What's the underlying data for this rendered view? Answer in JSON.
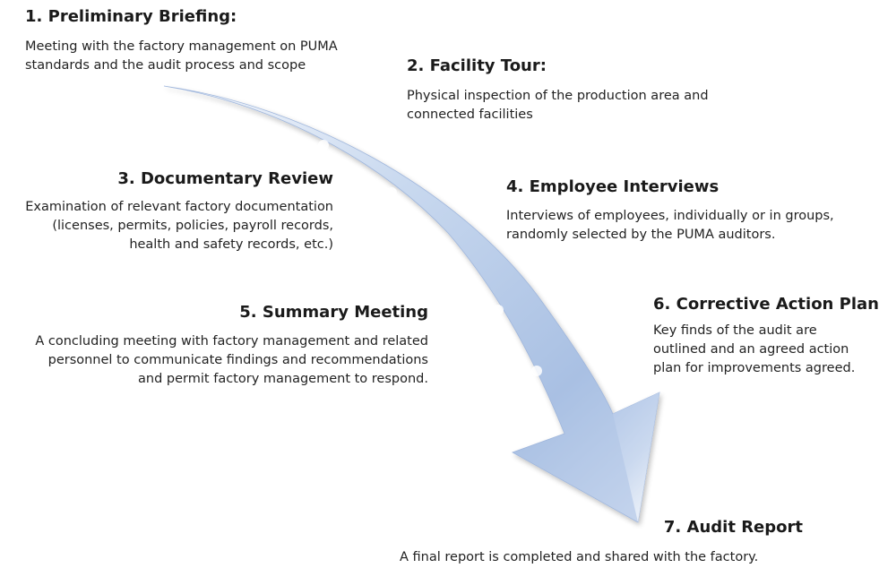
{
  "steps": [
    {
      "title": "1. Preliminary Briefing:",
      "lines": [
        "Meeting with the factory management on PUMA",
        "standards and the audit process and scope"
      ]
    },
    {
      "title": "2. Facility Tour:",
      "lines": [
        "Physical inspection of the production area and",
        "connected facilities"
      ]
    },
    {
      "title": "3. Documentary Review",
      "lines": [
        "Examination of relevant factory documentation",
        "(licenses, permits, policies, payroll records,",
        "health and safety records, etc.)"
      ]
    },
    {
      "title": "4. Employee Interviews",
      "lines": [
        "Interviews of employees, individually or in groups,",
        "randomly selected by the PUMA auditors."
      ]
    },
    {
      "title": "5. Summary Meeting",
      "lines": [
        "A concluding meeting with factory management and related",
        "personnel to communicate findings and recommendations",
        "and permit factory management to respond."
      ]
    },
    {
      "title": "6. Corrective Action Plan",
      "lines": [
        "Key finds of the audit are",
        "outlined and an agreed action",
        "plan for improvements agreed."
      ]
    },
    {
      "title": "7. Audit Report",
      "lines": [
        "A final report is completed and shared with the factory."
      ]
    }
  ],
  "colors": {
    "arrow_light": "#e6eef9",
    "arrow_mid": "#b9cde9",
    "arrow_dark": "#8eaad6",
    "text": "#1a1a1a"
  }
}
